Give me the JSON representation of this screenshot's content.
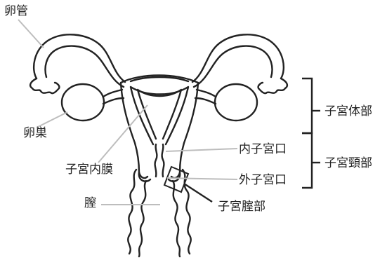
{
  "labels": {
    "fallopian_tube": "卵管",
    "ovary": "卵巣",
    "endometrium": "子宮内膜",
    "vagina": "膣",
    "uterine_body": "子宮体部",
    "cervix": "子宮頸部",
    "internal_os": "内子宮口",
    "external_os": "外子宮口",
    "vaginal_portion": "子宮腟部"
  },
  "colors": {
    "outline": "#222222",
    "leader": "#bdbdbd",
    "text": "#222222"
  }
}
